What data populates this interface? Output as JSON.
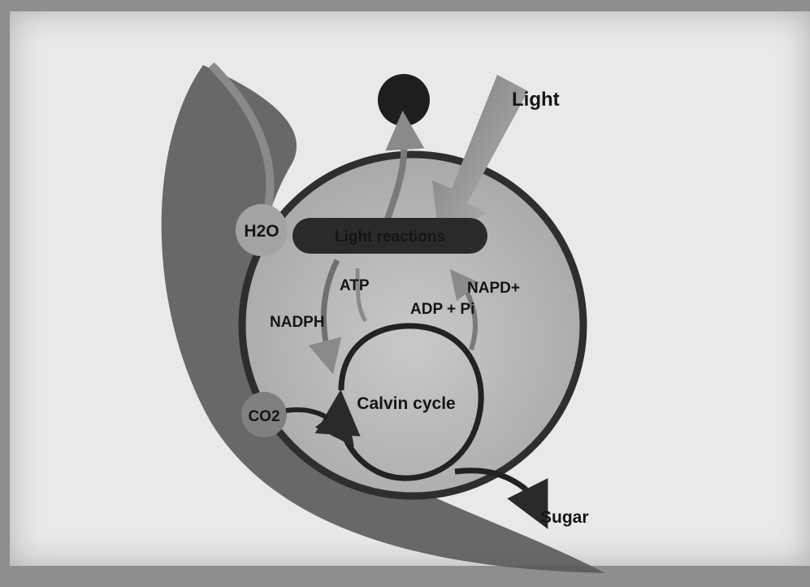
{
  "diagram": {
    "labels": {
      "light": "Light",
      "water": "H2O",
      "light_reactions": "Light reactions",
      "atp": "ATP",
      "nadph": "NADPH",
      "napd_plus": "NAPD+",
      "adp_pi": "ADP + Pi",
      "calvin_cycle": "Calvin cycle",
      "co2": "CO2",
      "sugar": "Sugar"
    }
  }
}
